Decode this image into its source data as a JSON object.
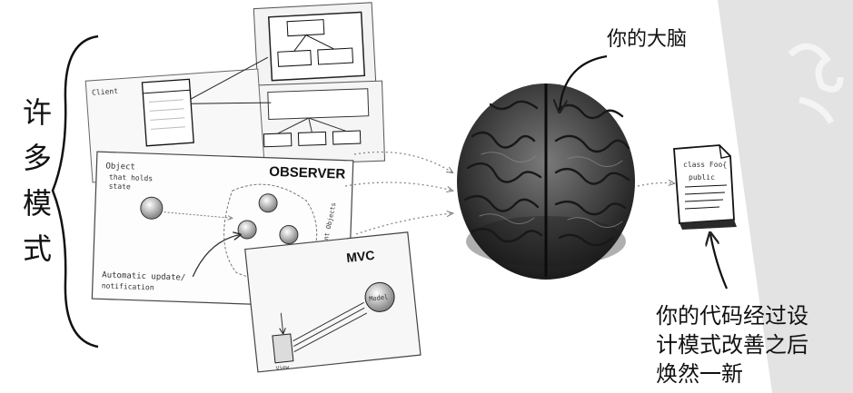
{
  "left_label": [
    "许",
    "多",
    "模",
    "式"
  ],
  "brain_label": "你的大脑",
  "code_doc": {
    "line1": "class Foo{",
    "line2": "public"
  },
  "caption_lines": [
    "你的代码经过设",
    "计模式改善之后",
    "焕然一新"
  ],
  "diagrams": {
    "observer_title": "OBSERVER",
    "observer_top_text": [
      "Object",
      "that holds",
      "state"
    ],
    "observer_bottom_text": [
      "Automatic update/",
      "notification"
    ],
    "observer_side_text": "Dependent Objects",
    "mvc_title": "MVC",
    "mvc_model": "Model",
    "mvc_view": "View",
    "client_label": "Client"
  }
}
